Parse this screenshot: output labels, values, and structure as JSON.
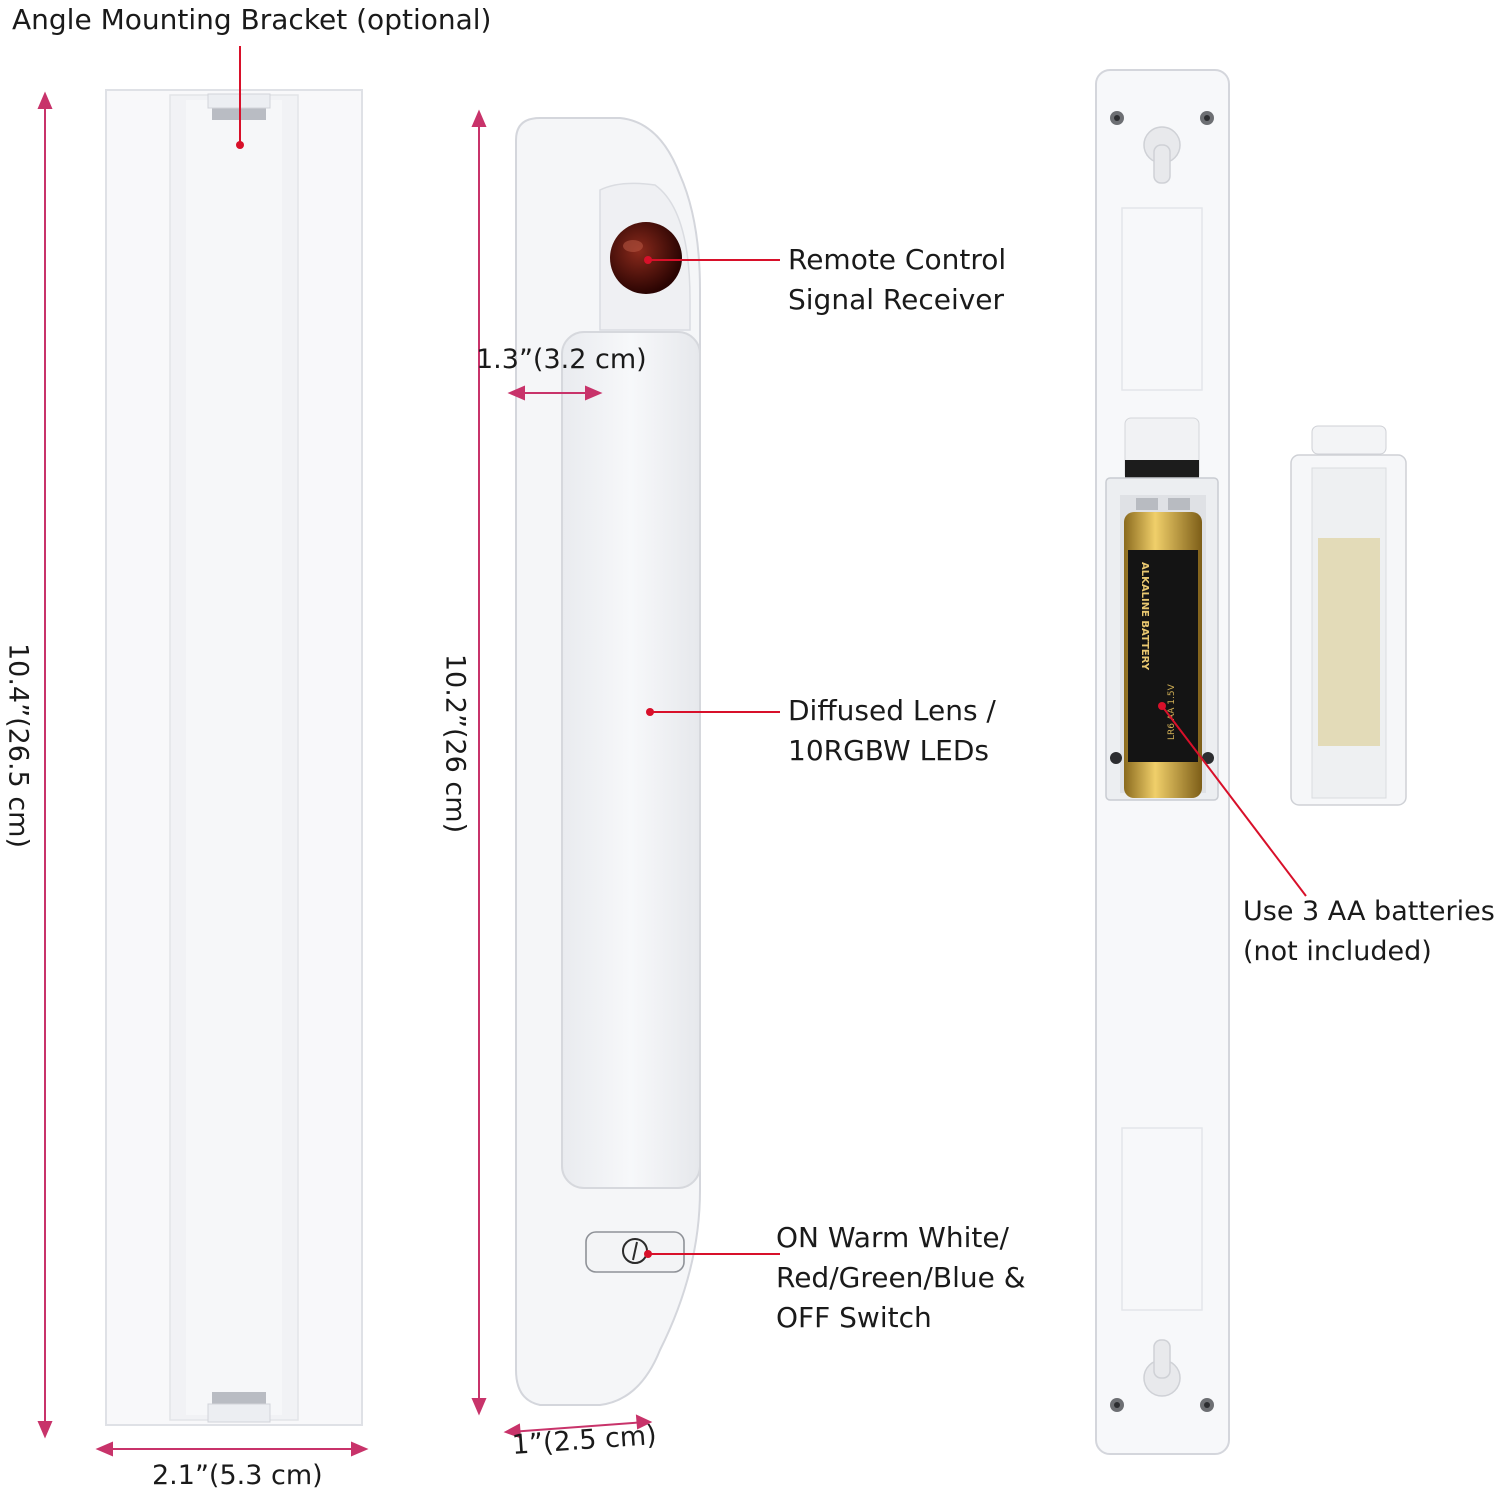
{
  "colors": {
    "dimension_line": "#c8336a",
    "callout_line": "#d8102a",
    "body_white": "#f6f6f8",
    "outline": "#d4d6dc",
    "receiver": "#4a0a06",
    "battery_gold": "#c9a033",
    "battery_black": "#151515",
    "adhesive_pad": "#e3dbb8"
  },
  "icons": [
    "power-icon",
    "screw-icon",
    "keyhole-icon"
  ],
  "callouts": {
    "bracket": "Angle Mounting Bracket  (optional)",
    "receiver_line1": "Remote Control",
    "receiver_line2": "Signal Receiver",
    "lens_line1": "Diffused Lens /",
    "lens_line2": "10RGBW LEDs",
    "switch_line1": "ON Warm White/",
    "switch_line2": "Red/Green/Blue &",
    "switch_line3": "OFF Switch",
    "battery_line1": "Use 3 AA batteries",
    "battery_line2": "(not included)"
  },
  "dimensions": {
    "bracket_height": "10.4”(26.5 cm)",
    "bracket_width": "2.1”(5.3 cm)",
    "light_height": "10.2”(26 cm)",
    "light_top_width": "1.3”(3.2 cm)",
    "light_bottom_width": "1”(2.5 cm)"
  },
  "battery_print": {
    "brand": "ALKALINE BATTERY",
    "size": "LR6 AA 1.5V"
  }
}
